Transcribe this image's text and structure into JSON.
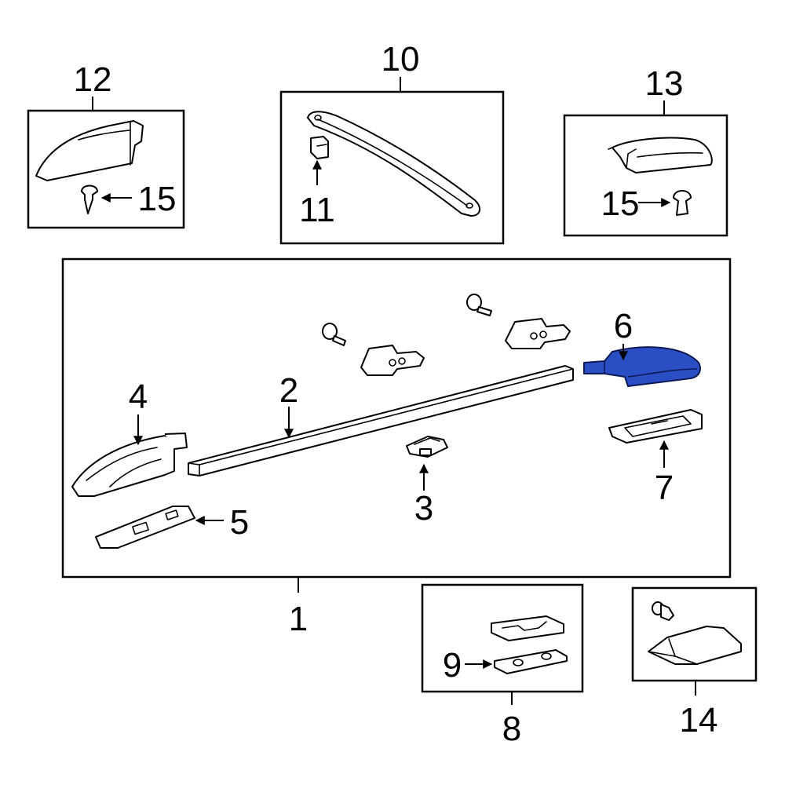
{
  "callouts": {
    "c1": "1",
    "c2": "2",
    "c3": "3",
    "c4": "4",
    "c5": "5",
    "c6": "6",
    "c7": "7",
    "c8": "8",
    "c9": "9",
    "c10": "10",
    "c11": "11",
    "c12": "12",
    "c13": "13",
    "c14": "14",
    "c15a": "15",
    "c15b": "15"
  },
  "colors": {
    "highlight": "#2a4fc4",
    "outline": "#000000"
  },
  "highlighted_part": "6"
}
